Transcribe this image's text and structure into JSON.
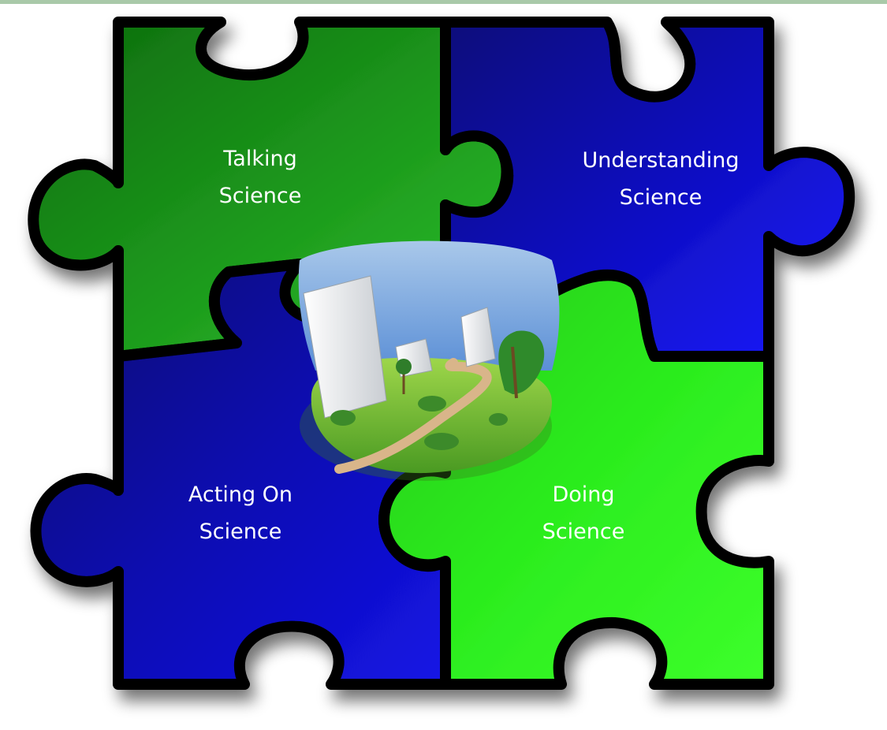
{
  "pieces": [
    {
      "id": "talking",
      "line1": "Talking",
      "line2": "Science",
      "color": "green"
    },
    {
      "id": "understanding",
      "line1": "Understanding",
      "line2": "Science",
      "color": "blue"
    },
    {
      "id": "acting",
      "line1": "Acting On",
      "line2": "Science",
      "color": "blue"
    },
    {
      "id": "doing",
      "line1": "Doing",
      "line2": "Science",
      "color": "green"
    }
  ],
  "colors": {
    "green_dark": "#1a7a1a",
    "green_light": "#2bff1a",
    "blue_dark": "#0a0a8a",
    "blue_light": "#1a1af0",
    "outline": "#000000",
    "label": "#ffffff",
    "top_bar": "#a9c9a9"
  },
  "center_image": {
    "icon": "city-park-island-icon"
  }
}
